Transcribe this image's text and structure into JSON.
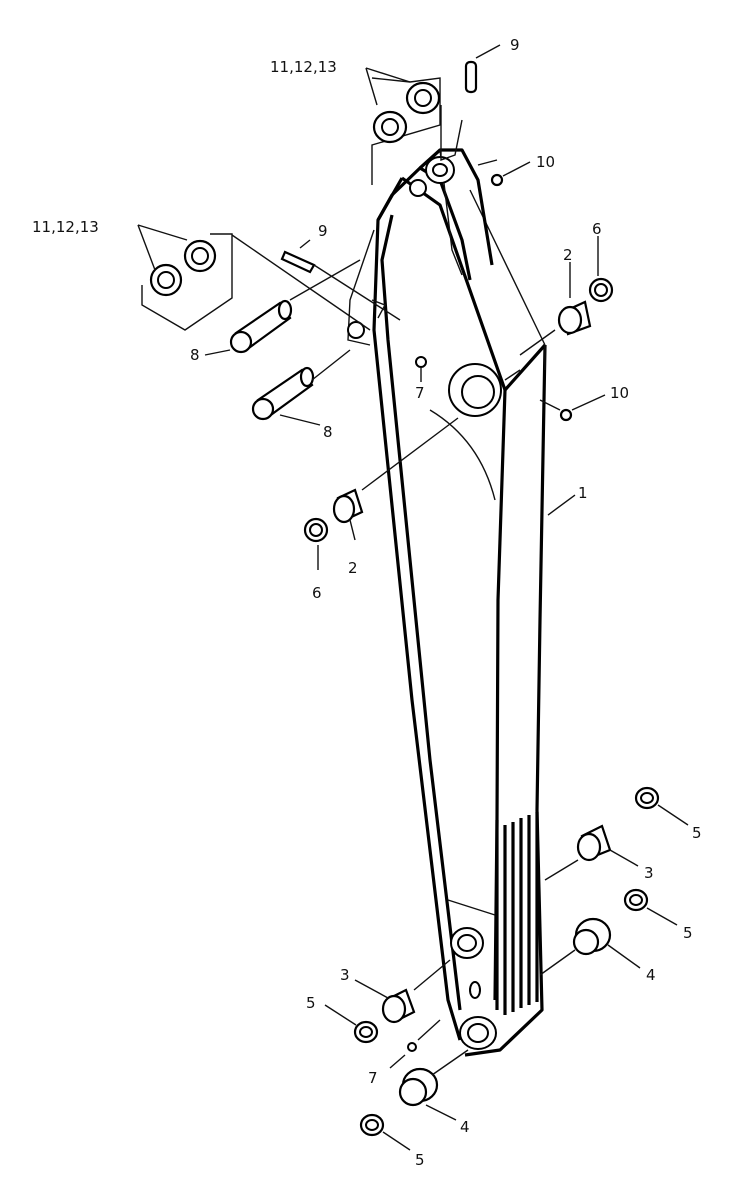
{
  "labels": {
    "l_11_12_13_top": "11,12,13",
    "l_11_12_13_left": "11,12,13",
    "l_9_top": "9",
    "l_9_mid": "9",
    "l_10_top": "10",
    "l_10_mid": "10",
    "l_2_right": "2",
    "l_6_right": "6",
    "l_8_a": "8",
    "l_8_b": "8",
    "l_7_mid": "7",
    "l_1": "1",
    "l_2_left": "2",
    "l_6_left": "6",
    "l_5_a": "5",
    "l_3_right": "3",
    "l_5_b": "5",
    "l_4_right": "4",
    "l_3_left": "3",
    "l_5_c": "5",
    "l_7_bottom": "7",
    "l_4_bottom": "4",
    "l_5_d": "5"
  }
}
